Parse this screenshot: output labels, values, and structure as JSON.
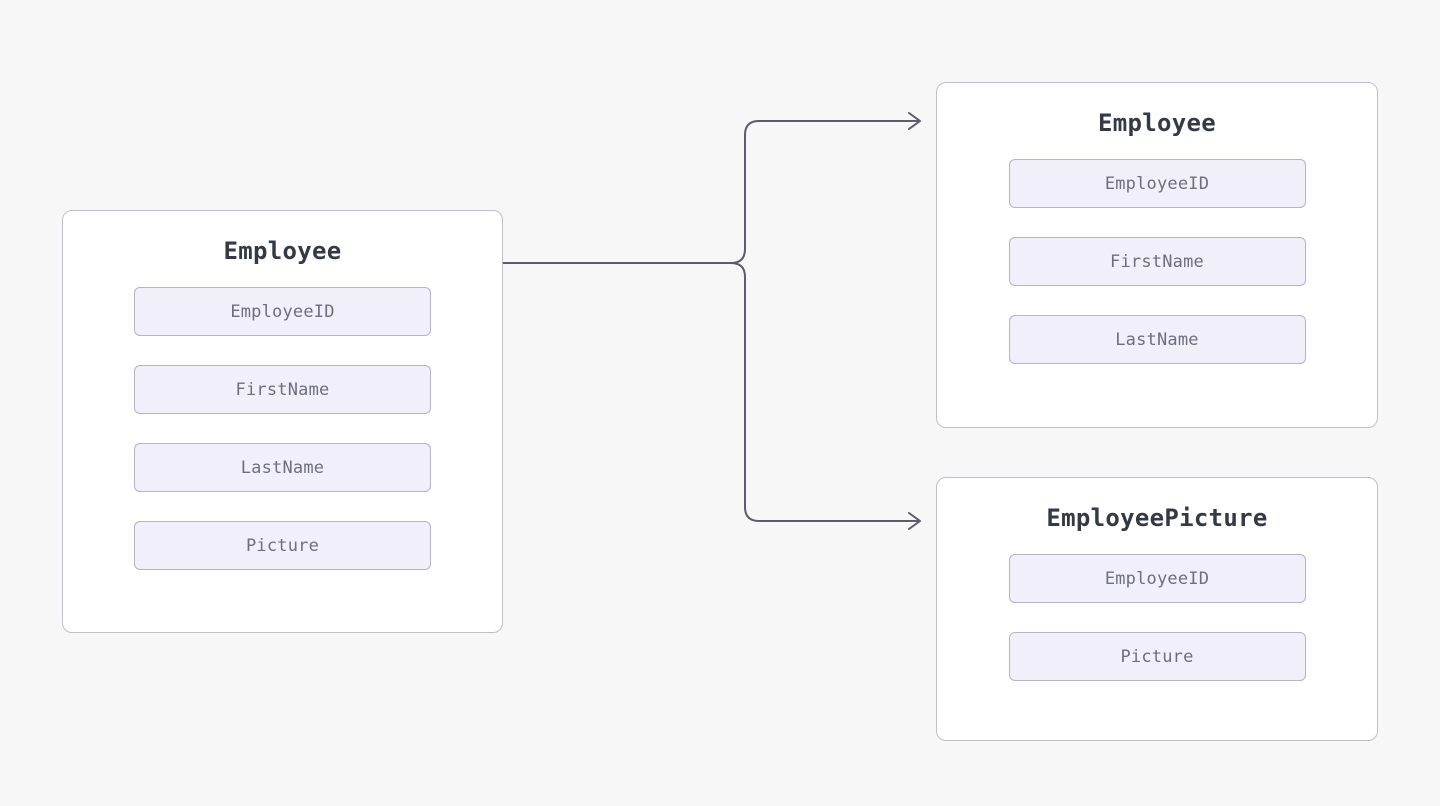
{
  "diagram": {
    "type": "entity-split-diagram",
    "background_color": "#f7f7f7",
    "title_color": "#343a44",
    "field_text_color": "#6e6e7d",
    "field_fill_color": "#f1effa",
    "field_border_color": "#b5b3c4",
    "card_border_color": "#bfc0c6",
    "card_fill_color": "#ffffff",
    "connector_color": "#5c5c6e"
  },
  "source": {
    "title": "Employee",
    "fields": [
      {
        "label": "EmployeeID"
      },
      {
        "label": "FirstName"
      },
      {
        "label": "LastName"
      },
      {
        "label": "Picture"
      }
    ]
  },
  "targets": [
    {
      "title": "Employee",
      "fields": [
        {
          "label": "EmployeeID"
        },
        {
          "label": "FirstName"
        },
        {
          "label": "LastName"
        }
      ]
    },
    {
      "title": "EmployeePicture",
      "fields": [
        {
          "label": "EmployeeID"
        },
        {
          "label": "Picture"
        }
      ]
    }
  ],
  "connectors": [
    {
      "name": "source-to-employee",
      "from": "source",
      "to": "Employee"
    },
    {
      "name": "source-to-employeepicture",
      "from": "source",
      "to": "EmployeePicture"
    }
  ]
}
